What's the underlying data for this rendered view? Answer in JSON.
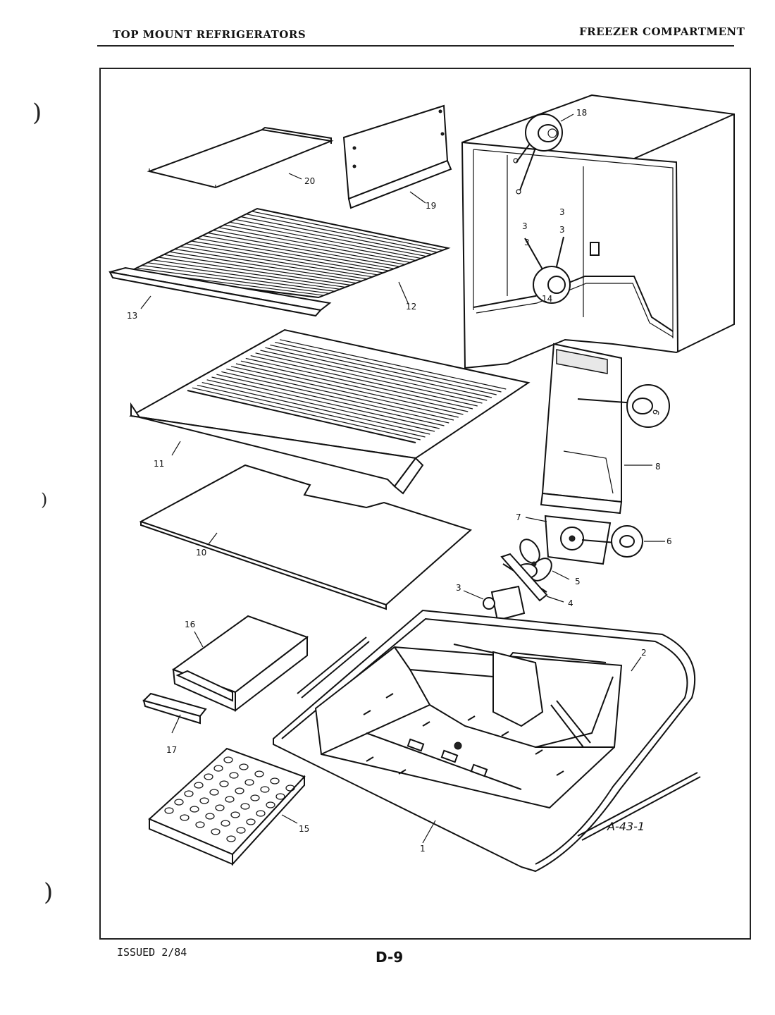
{
  "header": {
    "left_title": "TOP MOUNT REFRIGERATORS",
    "right_title": "FREEZER COMPARTMENT"
  },
  "footer": {
    "issued": "ISSUED 2/84",
    "page_code": "D-9"
  },
  "drawing": {
    "drawing_number": "A-43-1",
    "callouts": {
      "c1": "1",
      "c2": "2",
      "c3": "3",
      "c4": "4",
      "c5": "5",
      "c6": "6",
      "c7": "7",
      "c8": "8",
      "c9": "9",
      "c10": "10",
      "c11": "11",
      "c12": "12",
      "c13": "13",
      "c14": "14",
      "c15": "15",
      "c16": "16",
      "c17": "17",
      "c18": "18",
      "c19": "19",
      "c20": "20"
    },
    "hole_markers": {
      "h1": "3",
      "h2": "3",
      "h3": "3",
      "h4": "3"
    }
  },
  "margin_marks": {
    "m1": ")",
    "m2": ")",
    "m3": ")"
  }
}
